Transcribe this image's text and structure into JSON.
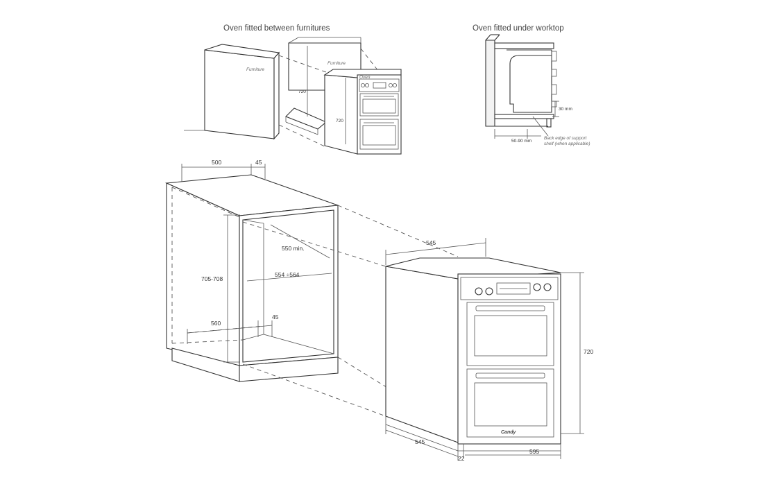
{
  "titles": {
    "between": "Oven fitted between furnitures",
    "under": "Oven fitted under worktop"
  },
  "small_diagram": {
    "furniture_left": "Furniture",
    "furniture_right": "Furniture",
    "oven": "Oven",
    "dim_720_upper": "720",
    "dim_720_lower": "720"
  },
  "worktop_diagram": {
    "dim_30mm": "30 mm",
    "dim_50_90": "50-90 mm",
    "note_line1": "Back edge of support",
    "note_line2": "shelf (when applicable)"
  },
  "cabinet": {
    "dim_500": "500",
    "dim_45_top": "45",
    "dim_550min": "550 min.",
    "dim_554_564": "554 ÷564",
    "dim_705_708": "705-708",
    "dim_560": "560",
    "dim_45_bottom": "45"
  },
  "oven": {
    "dim_545_top": "545",
    "dim_720": "720",
    "dim_545_side": "545",
    "dim_22": "22",
    "dim_595": "595",
    "brand": "Candy"
  }
}
